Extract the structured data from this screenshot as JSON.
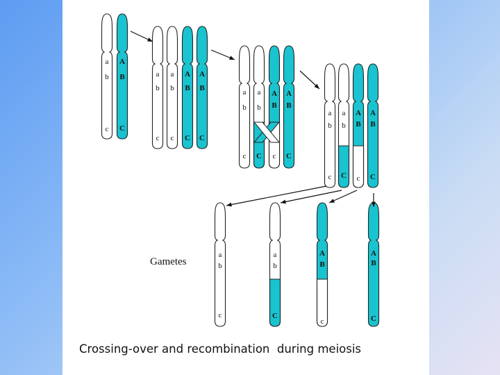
{
  "caption": "Crossing-over and recombination  during meiosis",
  "gametes_label": "Gametes",
  "colors": {
    "background_gradient": [
      "#5d9cf2",
      "#e6e2f3"
    ],
    "panel": "#ffffff",
    "chromatid_plain": "#ffffff",
    "chromatid_shaded": "#19c3cf",
    "outline": "#222222"
  },
  "alleles": {
    "a_lower": "a",
    "b_lower": "b",
    "c_lower": "c",
    "a_upper": "A",
    "b_upper": "B",
    "c_upper": "C"
  },
  "stages": [
    {
      "stage": "homologous pair",
      "chromatids": [
        "a b c",
        "A B C"
      ]
    },
    {
      "stage": "replicated",
      "chromatids": [
        "a b c",
        "a b c",
        "A B C",
        "A B C"
      ]
    },
    {
      "stage": "crossing over",
      "chromatids": [
        "a b c",
        "a b C",
        "A B c",
        "A B C"
      ]
    },
    {
      "stage": "recombined",
      "chromatids": [
        "a b c",
        "a b C",
        "A B c",
        "A B C"
      ]
    }
  ],
  "gametes": [
    "a b c",
    "a b C",
    "A B c",
    "A B C"
  ],
  "icons": [
    "arrow-icon"
  ]
}
